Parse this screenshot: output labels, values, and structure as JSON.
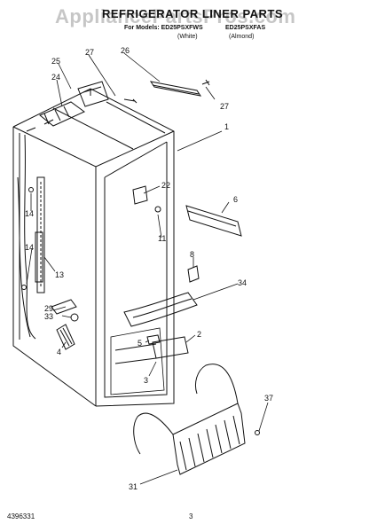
{
  "header": {
    "title": "REFRIGERATOR LINER PARTS",
    "watermark": "AppliancePartsPros.com",
    "model_line_left": "For Models: ED25PSXFWS",
    "model_line_right": "ED25PSXFAS",
    "sub_left": "(White)",
    "sub_right": "(Almond)"
  },
  "callouts": [
    "25",
    "27",
    "26",
    "24",
    "27",
    "1",
    "22",
    "6",
    "14",
    "11",
    "14",
    "13",
    "8",
    "34",
    "29",
    "33",
    "4",
    "5",
    "2",
    "3",
    "37",
    "31"
  ],
  "footer": {
    "doc_number": "4396331",
    "page_number": "3"
  },
  "colors": {
    "line": "#111111",
    "background": "#ffffff"
  }
}
